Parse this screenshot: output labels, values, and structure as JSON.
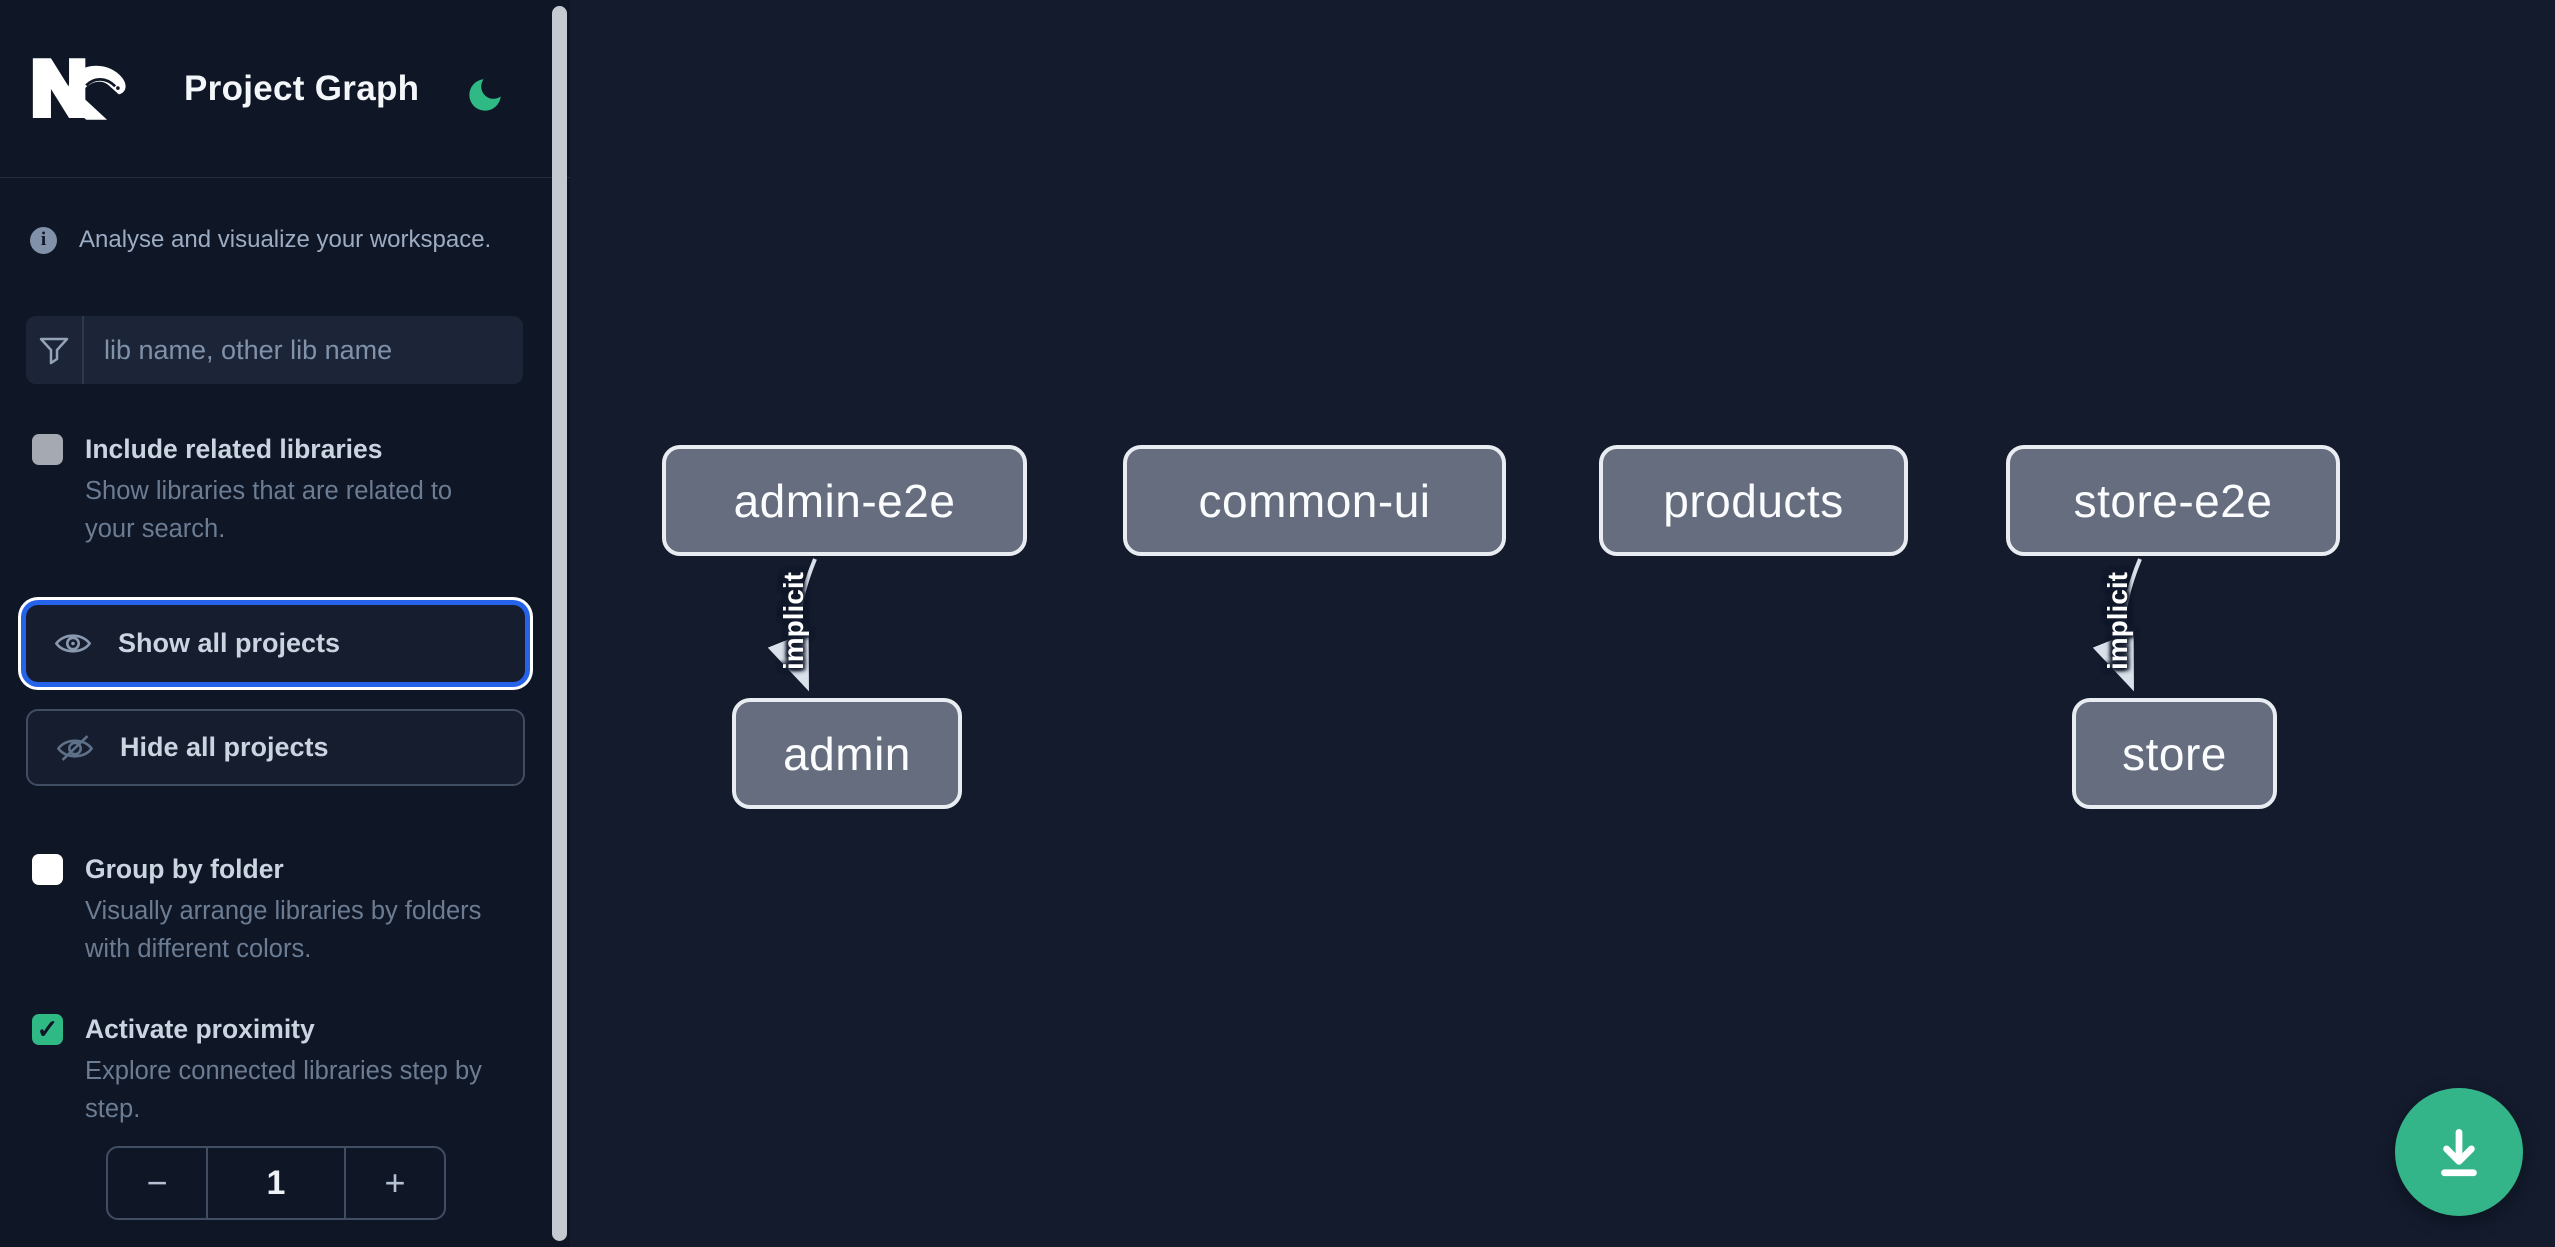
{
  "app": {
    "title": "Project Graph",
    "logo": "nx-logo",
    "theme_toggle_icon": "moon-icon"
  },
  "sidebar": {
    "info": "Analyse and visualize your workspace.",
    "search": {
      "placeholder": "lib name, other lib name",
      "value": "",
      "icon": "filter-funnel-icon"
    },
    "options": [
      {
        "label": "Include related libraries",
        "description": "Show libraries that are related to your search.",
        "checked": false,
        "disabled": true
      },
      {
        "label": "Group by folder",
        "description": "Visually arrange libraries by folders with different colors.",
        "checked": false,
        "disabled": false
      },
      {
        "label": "Activate proximity",
        "description": "Explore connected libraries step by step.",
        "checked": true,
        "disabled": false,
        "check_glyph": "✓"
      }
    ],
    "buttons": {
      "show_all": "Show all projects",
      "hide_all": "Hide all projects"
    },
    "proximity_stepper": {
      "decrement": "−",
      "value": "1",
      "increment": "+"
    }
  },
  "graph": {
    "nodes": [
      {
        "id": "admin-e2e",
        "label": "admin-e2e"
      },
      {
        "id": "common-ui",
        "label": "common-ui"
      },
      {
        "id": "products",
        "label": "products"
      },
      {
        "id": "store-e2e",
        "label": "store-e2e"
      },
      {
        "id": "admin",
        "label": "admin"
      },
      {
        "id": "store",
        "label": "store"
      }
    ],
    "edges": [
      {
        "from": "admin-e2e",
        "to": "admin",
        "label": "implicit"
      },
      {
        "from": "store-e2e",
        "to": "store",
        "label": "implicit"
      }
    ]
  },
  "fab": {
    "icon": "download-icon"
  },
  "colors": {
    "accent_green": "#2fb984",
    "focus_ring_blue": "#2563eb",
    "node_fill": "#656d7e",
    "node_border": "#e9ecf1",
    "edge": "#dbe1ea",
    "sidebar_bg": "#0f1626",
    "canvas_bg": "#131b2d"
  }
}
